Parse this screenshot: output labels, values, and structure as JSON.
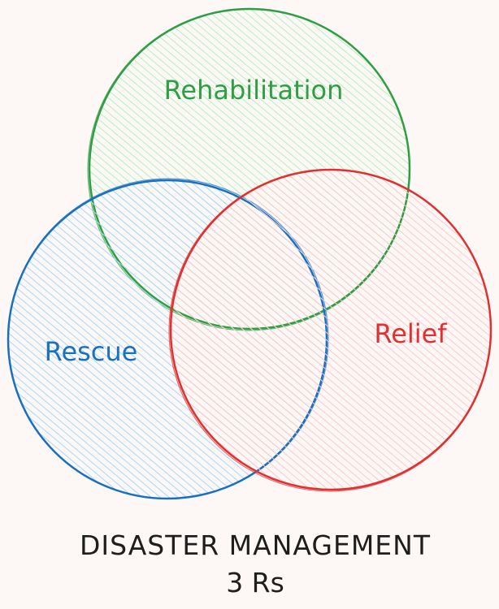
{
  "diagram": {
    "type": "venn",
    "sets": [
      {
        "label": "Rehabilitation",
        "stroke": "#2f9e44",
        "fill": "#b2f2bb"
      },
      {
        "label": "Rescue",
        "stroke": "#1971c2",
        "fill": "#a5d8ff"
      },
      {
        "label": "Relief",
        "stroke": "#e03131",
        "fill": "#ffc9c9"
      }
    ],
    "title_line1": "DISASTER MANAGEMENT",
    "title_line2": "3 Rs",
    "title_color": "#1e1e1e"
  }
}
